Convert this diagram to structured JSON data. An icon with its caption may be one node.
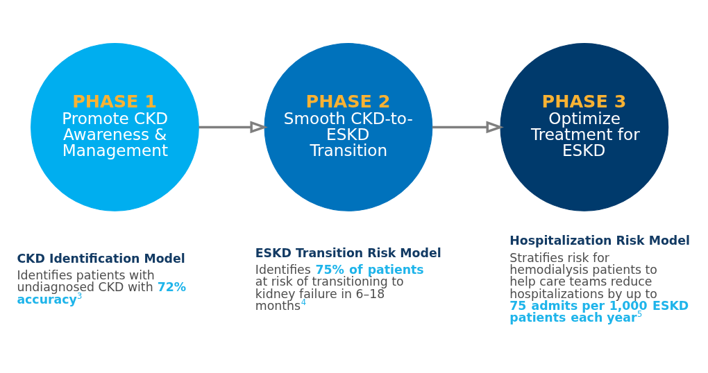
{
  "diagram": {
    "nodes": [
      {
        "text": [
          "PHASE 1",
          "Promote CKD Awareness & Management"
        ],
        "beside": [
          "CKD Identification Model",
          "Identifies patients with undiagnosed CKD with **72% accuracy**$^{3}$"
        ]
      },
      {
        "text": [
          "PHASE 2",
          "Smooth CKD-to-ESKD Transition"
        ],
        "beside": [
          "ESKD Transition Risk Model",
          "Identifies **75% of patients** at risk of transitioning to kidney failure in 6–18 months$^{4}$"
        ]
      },
      {
        "text": [
          "PHASE 3",
          "Optimize Treatment for ESKD"
        ],
        "beside": [
          "Hospitalization Risk Model",
          "Stratifies risk for hemodialysis patients to help care teams reduce hospitalizations by up to **75 admits per 1,000 ESKD patients each year**$^{5}$"
        ]
      }
    ],
    "edges": [
      {
        "from": 0,
        "to": 1,
        "arrow": "to"
      },
      {
        "from": 1,
        "to": 2,
        "arrow": "to"
      }
    ]
  }
}
